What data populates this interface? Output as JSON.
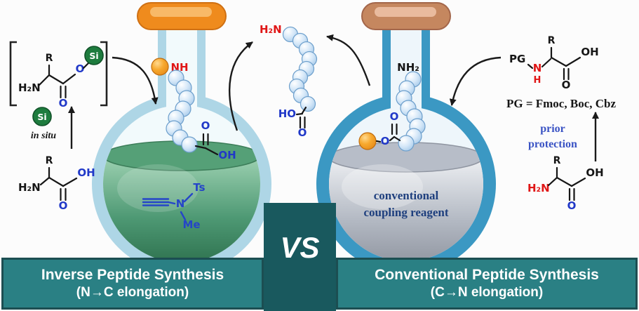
{
  "left": {
    "banner": {
      "line1": "Inverse Peptide Synthesis",
      "line2": "(N→C elongation)"
    },
    "bracket_structure": {
      "h2n": "H₂N",
      "r": "R",
      "o_carbonyl": "O",
      "o_ester": "O",
      "si": "Si"
    },
    "si_insitu": {
      "si": "Si",
      "caption": "in situ"
    },
    "amino_acid": {
      "h2n": "H₂N",
      "r": "R",
      "o": "O",
      "oh": "OH"
    },
    "flask": {
      "chain_nh": "NH",
      "chain_o": "O",
      "chain_oh": "OH",
      "reagent": {
        "n": "N",
        "ts": "Ts",
        "me": "Me"
      }
    }
  },
  "center": {
    "product": {
      "h2n": "H₂N",
      "ho": "HO",
      "o": "O"
    },
    "vs": "VS"
  },
  "right": {
    "banner": {
      "line1": "Conventional Peptide Synthesis",
      "line2": "(C→N elongation)"
    },
    "flask": {
      "nh2": "NH₂",
      "ester_o": "O",
      "carbonyl_o": "O",
      "caption_line1": "conventional",
      "caption_line2": "coupling reagent"
    },
    "pg_structure": {
      "pg": "PG",
      "n": "N",
      "h": "H",
      "r": "R",
      "o": "O",
      "oh": "OH"
    },
    "pg_note": "PG = Fmoc, Boc, Cbz",
    "protection": {
      "line1": "prior",
      "line2": "protection"
    },
    "amino_acid": {
      "h2n": "H₂N",
      "r": "R",
      "o": "O",
      "oh": "OH"
    }
  },
  "colors": {
    "banner_bg": "#2a8084",
    "banner_border": "#1c4e52",
    "vs_bg": "#19595e",
    "glass_left": "#aed6e6",
    "glass_right": "#3b98c3",
    "liquid_left_green": "#4e9070",
    "liquid_right_gray": "#aab0bb",
    "stopper_left_orange": "#ef8b1d",
    "stopper_right_tan": "#c5875f",
    "bead_blue": "#c7e0f4",
    "anchor_bead_orange": "#f5a12b",
    "heteroatom_blue": "#2038c8",
    "amine_red": "#e01616",
    "caption_navy": "#1e3f7e",
    "si_green": "#1e7c3e",
    "protection_blue": "#3a53c4"
  }
}
